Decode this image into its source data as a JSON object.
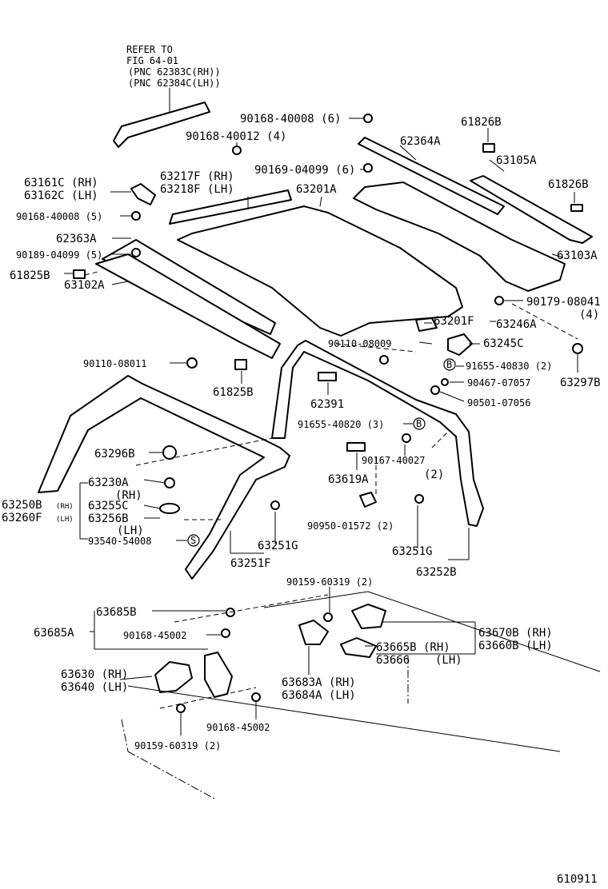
{
  "reference_note": [
    "REFER TO",
    "FIG 64-01",
    "(PNC 62383C(RH))",
    "(PNC 62384C(LH))"
  ],
  "labels": {
    "p90168_40008_6": "90168-40008 (6)",
    "p90168_40012_4": "90168-40012 (4)",
    "p61826B_top": "61826B",
    "p62364A": "62364A",
    "p63105A": "63105A",
    "p61826B_right": "61826B",
    "p90169_04099_6": "90169-04099 (6)",
    "p63161C": "63161C (RH)",
    "p63162C": "63162C (LH)",
    "p63217F": "63217F (RH)",
    "p63218F": "63218F (LH)",
    "p63201A": "63201A",
    "p90168_40008_5": "90168-40008 (5)",
    "p62363A": "62363A",
    "p90189_04099_5": "90189-04099 (5)",
    "p61825B_left": "61825B",
    "p63102A": "63102A",
    "p63103A": "63103A",
    "p90179_08041": "90179-08041",
    "p90179_qty": "(4)",
    "p63201F": "63201F",
    "p63246A": "63246A",
    "p90110_08009": "90110-08009",
    "p63245C": "63245C",
    "p90110_08011": "90110-08011",
    "p91655_40830": "91655-40830 (2)",
    "p90467_07057": "90467-07057",
    "p63297B": "63297B",
    "p61825B_lower": "61825B",
    "p62391": "62391",
    "p90501_07056": "90501-07056",
    "p91655_40820": "91655-40820 (3)",
    "p63296B": "63296B",
    "p90167_40027": "90167-40027",
    "p90167_qty": "(2)",
    "p63619A": "63619A",
    "p63230A": "63230A",
    "p63230A_rh": "(RH)",
    "p63250B": "63250B",
    "p63250B_rh": "(RH)",
    "p63255C": "63255C",
    "p63260F": "63260F",
    "p63260F_lh": "(LH)",
    "p63256B": "63256B",
    "p63256B_lh": "(LH)",
    "p90950_01572": "90950-01572 (2)",
    "p93540_54008": "93540-54008",
    "p63251G_left": "63251G",
    "p63251F": "63251F",
    "p63251G_right": "63251G",
    "p63252B": "63252B",
    "p90159_60319_top": "90159-60319 (2)",
    "p63685B": "63685B",
    "p63685A": "63685A",
    "p63670B": "63670B (RH)",
    "p63660B": "63660B (LH)",
    "p90168_45002_a": "90168-45002",
    "p63665B": "63665B (RH)",
    "p63666": "63666",
    "p63666_lh": "(LH)",
    "p63630": "63630 (RH)",
    "p63640": "63640 (LH)",
    "p63683A": "63683A (RH)",
    "p63684A": "63684A (LH)",
    "p90168_45002_b": "90168-45002",
    "p90159_60319_bottom": "90159-60319 (2)"
  },
  "symbols": {
    "circle_b": "B",
    "circle_s": "S"
  },
  "figure_number": "610911"
}
